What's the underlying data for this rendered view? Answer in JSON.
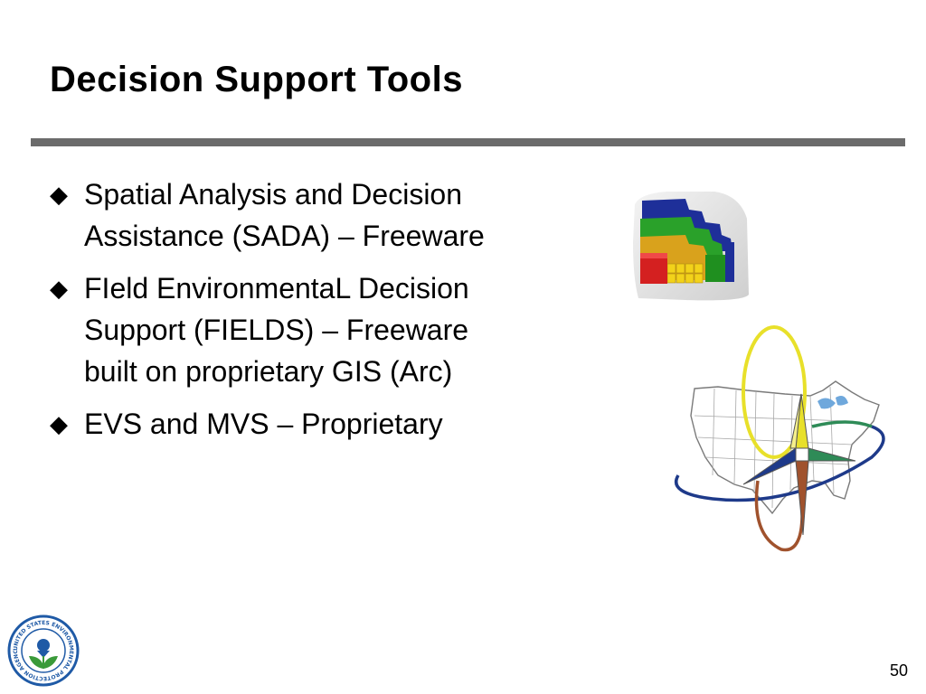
{
  "slide": {
    "title": "Decision Support Tools",
    "page_number": "50",
    "bullet_marker": "◆",
    "bullets": [
      {
        "lines": [
          "Spatial Analysis and Decision",
          "Assistance (SADA) – Freeware"
        ]
      },
      {
        "lines": [
          "FIeld EnvironmentaL Decision",
          "Support (FIELDS) – Freeware",
          "built on proprietary GIS (Arc)"
        ]
      },
      {
        "lines": [
          "EVS and MVS – Proprietary"
        ]
      }
    ]
  },
  "images": {
    "sada_logo": "sada-logo-icon",
    "fields_logo": "fields-compass-map-icon",
    "epa_seal": "epa-seal-icon"
  },
  "seal": {
    "ring_text": "UNITED STATES ENVIRONMENTAL PROTECTION AGENCY"
  },
  "colors": {
    "title_rule": "#6b6b6b",
    "seal_blue": "#1f5aa6",
    "seal_green": "#3a9a3a"
  }
}
